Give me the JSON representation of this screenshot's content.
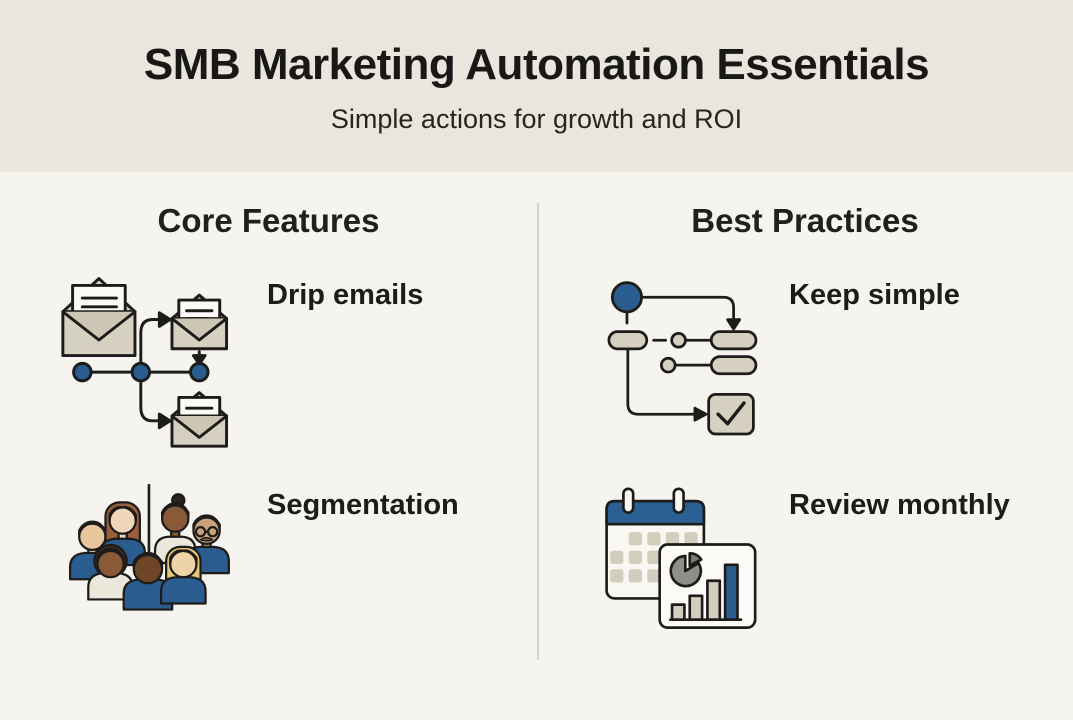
{
  "title": "SMB Marketing Automation Essentials",
  "subtitle": "Simple actions for growth and ROI",
  "columns": [
    {
      "heading": "Core Features",
      "items": [
        {
          "label": "Drip emails",
          "icon": "drip-emails-icon"
        },
        {
          "label": "Segmentation",
          "icon": "segmentation-icon"
        }
      ]
    },
    {
      "heading": "Best Practices",
      "items": [
        {
          "label": "Keep simple",
          "icon": "keep-simple-icon"
        },
        {
          "label": "Review monthly",
          "icon": "review-monthly-icon"
        }
      ]
    }
  ],
  "colors": {
    "accent_blue": "#2a5c8f",
    "tan": "#d6d0c1",
    "ink": "#1d1c1a",
    "header_bg": "#e9e6dd",
    "body_bg": "#f5f4ef",
    "divider": "#d5d2c9"
  }
}
